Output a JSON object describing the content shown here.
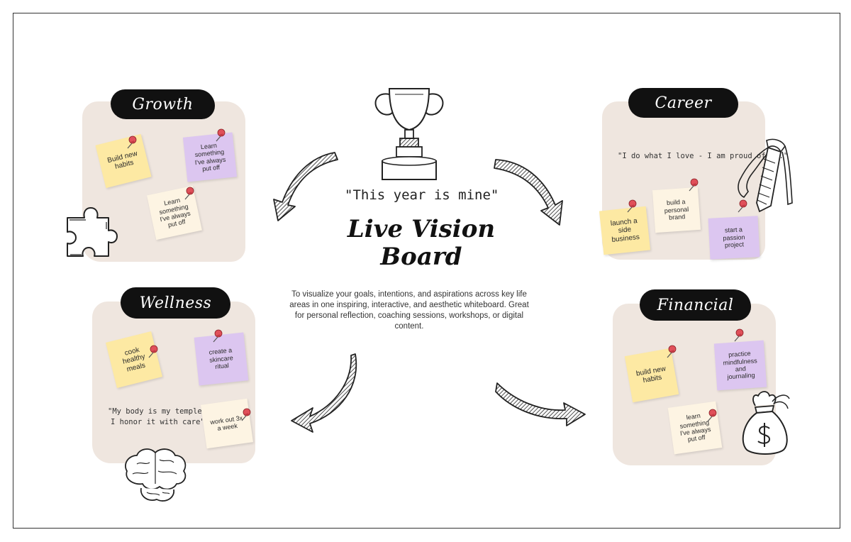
{
  "board": {
    "subtitle": "\"This year is mine\"",
    "title_line1": "Live Vision",
    "title_line2": "Board",
    "description": "To visualize your goals, intentions, and aspirations across key life areas in one inspiring, interactive, and aesthetic whiteboard. Great for personal reflection, coaching sessions, workshops, or digital content."
  },
  "sections": {
    "growth": {
      "label": "Growth",
      "notes": [
        "Build new habits",
        "Learn something I've always put off",
        "Learn something I've always put off"
      ]
    },
    "career": {
      "label": "Career",
      "quote": "\"I do what I love - I am proud of it.\"",
      "notes": [
        "build a personal brand",
        "launch a side business",
        "start a passion project"
      ]
    },
    "wellness": {
      "label": "Wellness",
      "quote_line1": "\"My body is my temple.",
      "quote_line2": "I honor it with care\"",
      "notes": [
        "cook healthy meals",
        "create a skincare ritual",
        "work out 3x a week"
      ]
    },
    "financial": {
      "label": "Financial",
      "notes": [
        "build new habits",
        "practice mindfulness and journaling",
        "learn something I've always put off"
      ]
    }
  },
  "icons": [
    "trophy-icon",
    "puzzle-piece-icon",
    "necktie-icon",
    "brain-icon",
    "money-bag-icon",
    "push-pin-icon",
    "curved-arrow-icon"
  ],
  "colors": {
    "panel": "#efe6df",
    "pill": "#111111",
    "yellow_note": "#fde9a3",
    "purple_note": "#dcc6f0",
    "cream_note": "#fdf4e3",
    "pin": "#d9434b"
  }
}
